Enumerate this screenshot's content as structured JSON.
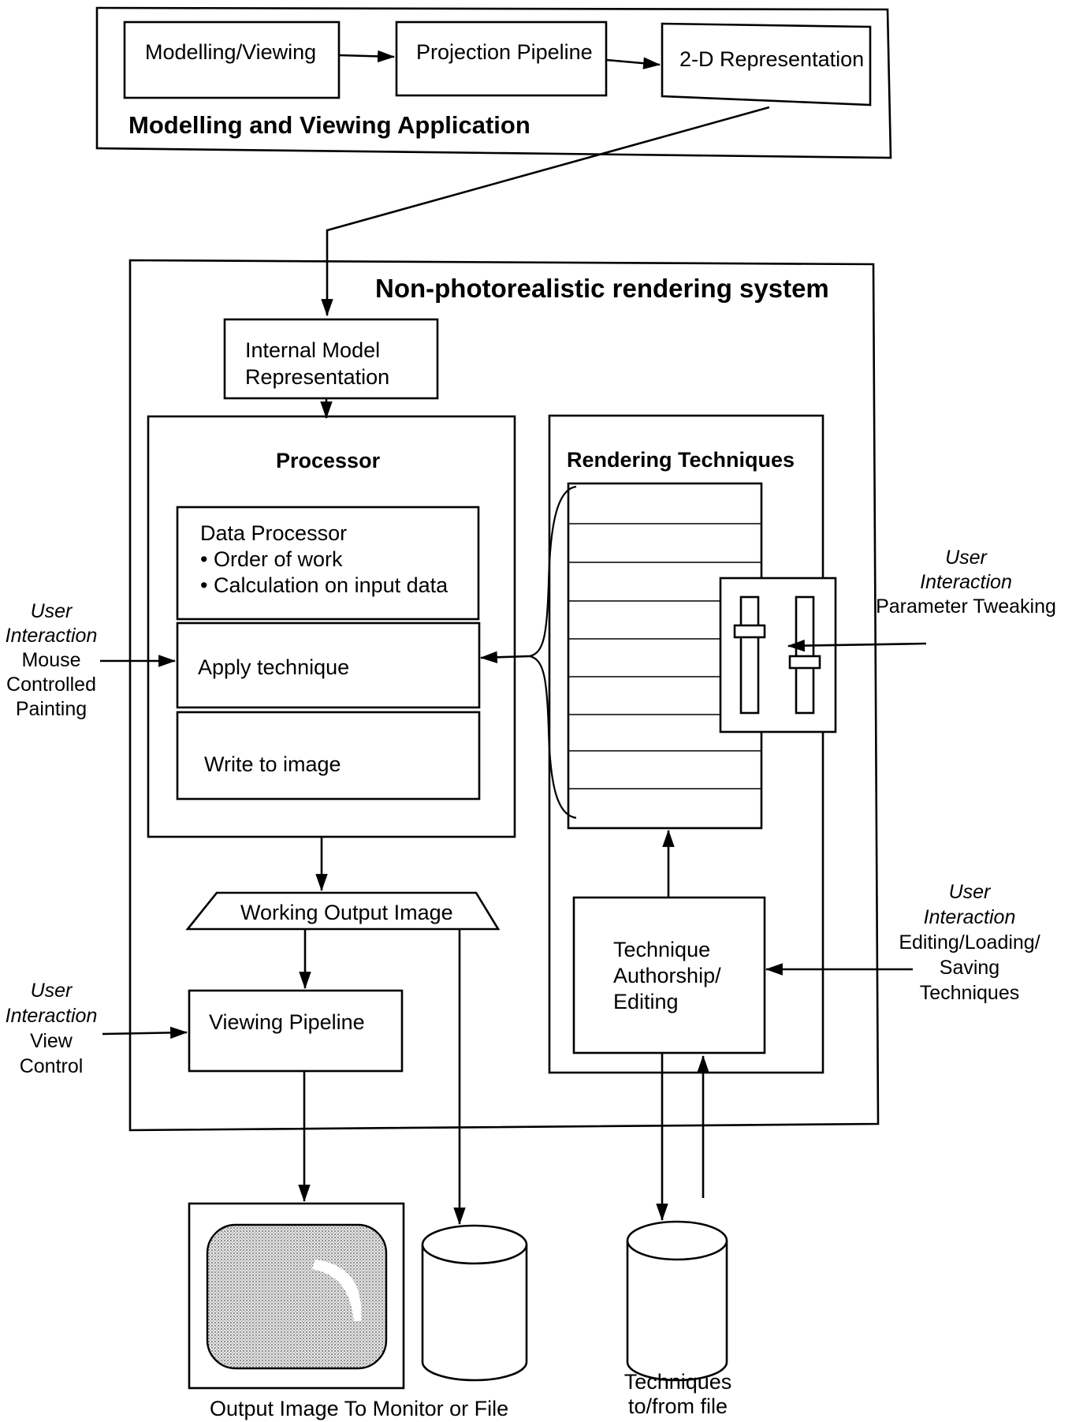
{
  "modelling_app": {
    "title": "Modelling and Viewing Application",
    "boxes": [
      "Modelling/Viewing",
      "Projection Pipeline",
      "2-D Representation"
    ]
  },
  "npr_system": {
    "title": "Non-photorealistic rendering system",
    "internal_model": [
      "Internal Model",
      "Representation"
    ],
    "processor": {
      "title": "Processor",
      "data_processor": [
        "Data Processor",
        "• Order of work",
        "• Calculation on input data"
      ],
      "apply_technique": "Apply technique",
      "write_to_image": "Write to image"
    },
    "working_output_image": "Working Output Image",
    "viewing_pipeline": "Viewing Pipeline",
    "rendering_techniques": {
      "title": "Rendering Techniques",
      "authorship": [
        "Technique",
        "Authorship/",
        "Editing"
      ]
    }
  },
  "user_interactions": [
    {
      "label": "User",
      "label2": "Interaction",
      "desc": [
        "Mouse",
        "Controlled",
        "Painting"
      ]
    },
    {
      "label": "User",
      "label2": "Interaction",
      "desc": [
        "Parameter Tweaking"
      ]
    },
    {
      "label": "User",
      "label2": "Interaction",
      "desc": [
        "Editing/Loading/",
        "Saving",
        "Techniques"
      ]
    },
    {
      "label": "User",
      "label2": "Interaction",
      "desc": [
        "View",
        "Control"
      ]
    }
  ],
  "outputs": {
    "monitor_caption": "Output Image To Monitor or File",
    "techniques_file": [
      "Techniques",
      "to/from  file"
    ]
  }
}
